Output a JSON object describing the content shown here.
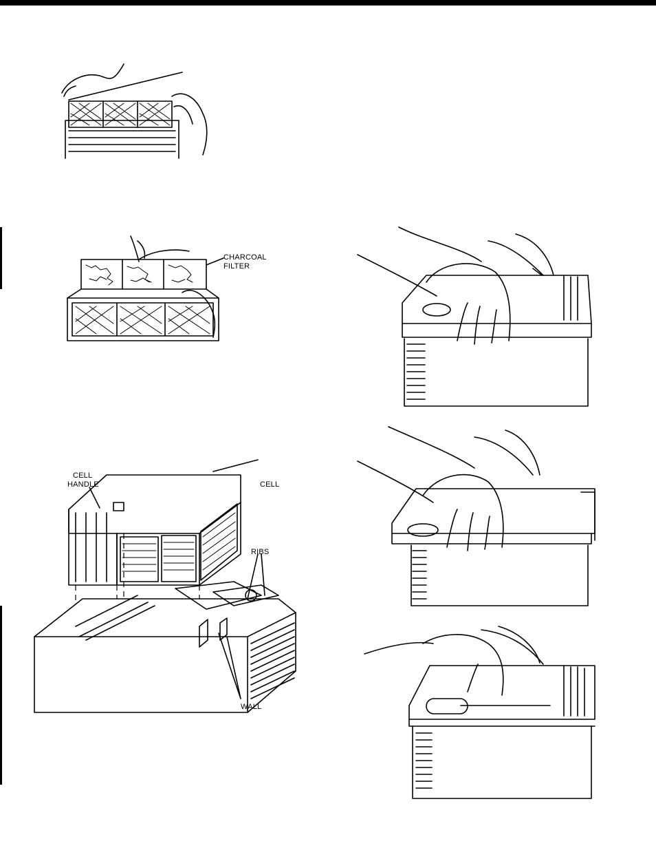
{
  "labels": {
    "charcoal_filter_line1": "CHARCOAL",
    "charcoal_filter_line2": "FILTER",
    "cell_handle_line1": "CELL",
    "cell_handle_line2": "HANDLE",
    "cell": "CELL",
    "ribs": "RIBS",
    "wall": "WALL"
  },
  "colors": {
    "ink": "#000000",
    "paper": "#ffffff"
  }
}
